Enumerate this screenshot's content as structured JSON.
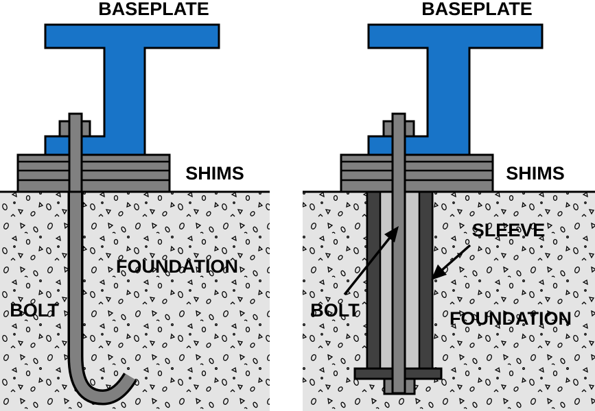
{
  "left_panel": {
    "baseplate_label": "BASEPLATE",
    "shims_label": "SHIMS",
    "foundation_label": "FOUNDATION",
    "bolt_label": "BOLT"
  },
  "right_panel": {
    "baseplate_label": "BASEPLATE",
    "shims_label": "SHIMS",
    "sleeve_label": "SLEEVE",
    "bolt_label": "BOLT",
    "foundation_label": "FOUNDATION"
  },
  "colors": {
    "baseplate": "#1874c8",
    "shim": "#808080",
    "bolt": "#808080",
    "sleeve": "#404040",
    "concrete": "#e4e4e4",
    "outline": "#000000"
  }
}
